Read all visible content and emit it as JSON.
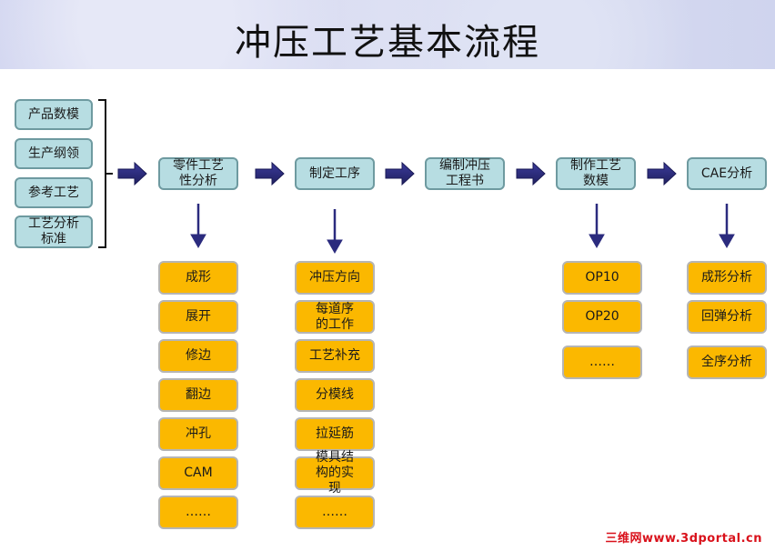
{
  "title": "冲压工艺基本流程",
  "inputs": [
    "产品数模",
    "生产纲领",
    "参考工艺",
    "工艺分析标准"
  ],
  "stages": [
    {
      "label": "零件工艺性分析",
      "items": [
        "成形",
        "展开",
        "修边",
        "翻边",
        "冲孔",
        "CAM",
        "……"
      ]
    },
    {
      "label": "制定工序",
      "items": [
        "冲压方向",
        "每道序的工作",
        "工艺补充",
        "分模线",
        "拉延筋",
        "模具结构的实现",
        "……"
      ]
    },
    {
      "label": "编制冲压工程书",
      "items": []
    },
    {
      "label": "制作工艺数模",
      "items": [
        "OP10",
        "OP20",
        "……"
      ]
    },
    {
      "label": "CAE分析",
      "items": [
        "成形分析",
        "回弹分析",
        "全序分析"
      ]
    }
  ],
  "watermark": "三维网www.3dportal.cn",
  "colors": {
    "teal_fill": "#b7dde2",
    "teal_border": "#6e9aa0",
    "gold_fill": "#fbb800",
    "arrow": "#2b2b7e"
  }
}
